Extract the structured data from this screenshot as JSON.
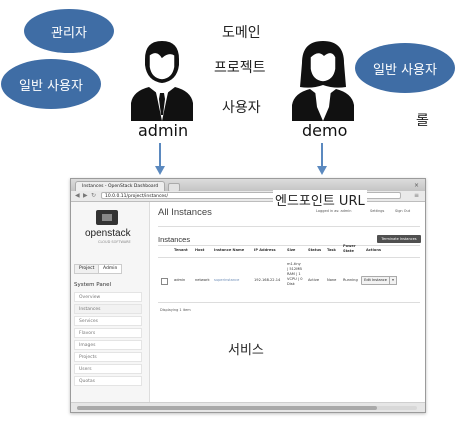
{
  "labels": {
    "admin_role": "관리자",
    "general_user_left": "일반 사용자",
    "general_user_right": "일반 사용자",
    "domain": "도메인",
    "project": "프로젝트",
    "user": "사용자",
    "role": "롤",
    "admin_name": "admin",
    "demo_name": "demo",
    "endpoint_url": "엔드포인트 URL",
    "service": "서비스"
  },
  "colors": {
    "bubble": "#3f6da5",
    "arrow": "#5b89bf"
  },
  "browser": {
    "tab_title": "Instances - OpenStack Dashboard",
    "url": "10.0.0.11/project/instances/",
    "logo": "openstack",
    "logo_sub": "CLOUD SOFTWARE",
    "project_tabs": [
      "Project",
      "Admin"
    ],
    "system_panel": "System Panel",
    "menu_items": [
      "Overview",
      "Instances",
      "Services",
      "Flavors",
      "Images",
      "Projects",
      "Users",
      "Quotas"
    ],
    "page_title": "All Instances",
    "logged_in": "Logged in as: admin",
    "settings": "Settings",
    "sign_out": "Sign Out",
    "section_title": "Instances",
    "terminate": "Terminate Instances",
    "columns": [
      "Tenant",
      "Host",
      "Instance Name",
      "IP Address",
      "Size",
      "Status",
      "Task",
      "Power State",
      "Actions"
    ],
    "row": {
      "tenant": "admin",
      "host": "network",
      "instance_name": "superinstance",
      "ip": "192.168.22.14",
      "size": "m1.tiny | 512MB RAM | 1 VCPU | 0 Disk",
      "status": "Active",
      "task": "None",
      "power_state": "Running",
      "action": "Edit Instance"
    },
    "displaying": "Displaying 1 item"
  }
}
